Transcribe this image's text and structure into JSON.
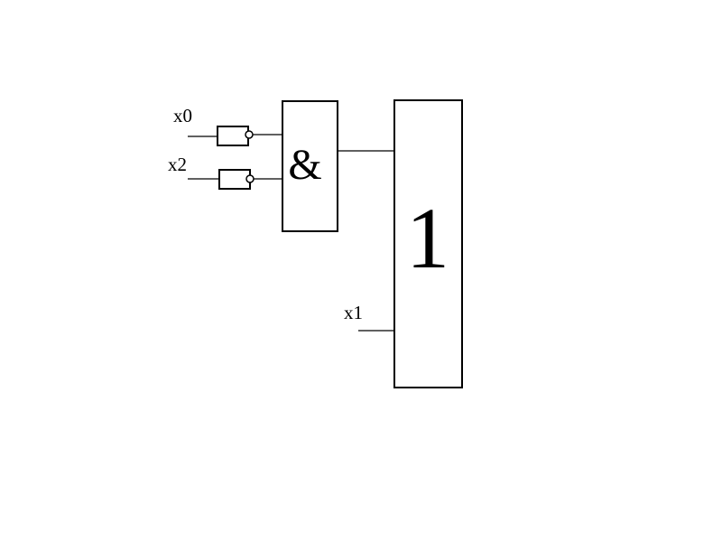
{
  "inputs": {
    "x0": "x0",
    "x2": "x2",
    "x1": "x1"
  },
  "gates": {
    "and_symbol": "&",
    "or_symbol": "1"
  },
  "colors": {
    "line": "#000000",
    "background": "#ffffff"
  }
}
